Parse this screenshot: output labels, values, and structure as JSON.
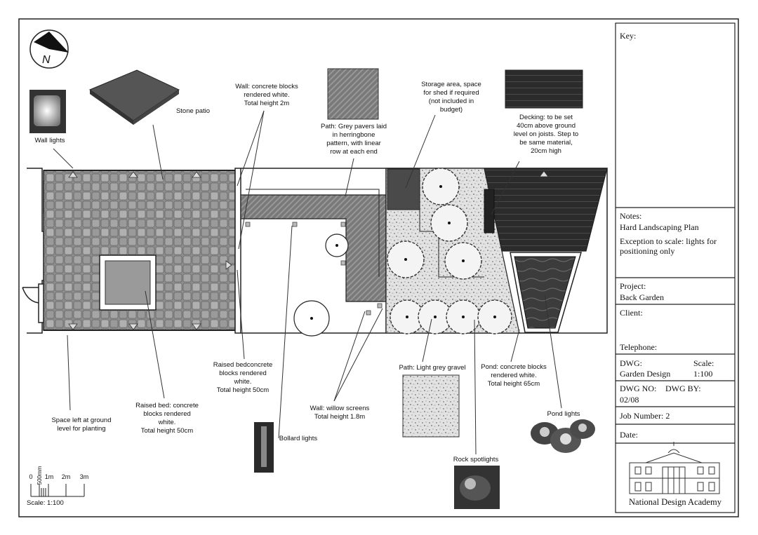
{
  "north_label": "N",
  "labels": {
    "wall_lights": "Wall lights",
    "stone_patio": "Stone patio",
    "wall_concrete": [
      "Wall: concrete blocks",
      "rendered white.",
      "Total height 2m"
    ],
    "path_pavers": [
      "Path: Grey pavers laid",
      "in herringbone",
      "pattern, with linear",
      "row at each end"
    ],
    "storage": [
      "Storage area, space",
      "for shed if required",
      "(not included in",
      "budget)"
    ],
    "decking": [
      "Decking: to be set",
      "40cm above ground",
      "level on joists. Step to",
      "be same material,",
      "20cm high"
    ],
    "raised_bed_1": [
      "Raised bedconcrete",
      "blocks rendered",
      "white.",
      "Total height 50cm"
    ],
    "space_left": [
      "Space left at ground",
      "level for planting"
    ],
    "raised_bed_2": [
      "Raised bed: concrete",
      "blocks rendered",
      "white.",
      "Total height 50cm"
    ],
    "bollard_lights": "Bollard lights",
    "wall_willow": [
      "Wall: willow screens",
      "Total height 1.8m"
    ],
    "path_gravel": "Path: Light grey gravel",
    "pond": [
      "Pond: concrete blocks",
      "rendered white.",
      "Total height 65cm"
    ],
    "pond_lights": "Pond lights",
    "rock_spotlights": "Rock spotlights"
  },
  "scale_bar": {
    "ticks": [
      "0",
      "500mm",
      "1m",
      "2m",
      "3m"
    ],
    "caption": "Scale: 1:100"
  },
  "title_block": {
    "key_label": "Key:",
    "notes_label": "Notes:",
    "notes_title": "Hard Landscaping Plan",
    "notes_body": [
      "Exception to scale: lights for",
      "positioning only"
    ],
    "project_label": "Project:",
    "project_value": "Back Garden",
    "client_label": "Client:",
    "telephone_label": "Telephone:",
    "dwg_label": "DWG:",
    "dwg_value": "Garden Design",
    "scale_label": "Scale:",
    "scale_value": "1:100",
    "dwg_no_label": "DWG NO:",
    "dwg_no_value": "02/08",
    "dwg_by_label": "DWG BY:",
    "job_number": "Job Number: 2",
    "date_label": "Date:",
    "academy_name": "National Design Academy"
  },
  "colors": {
    "line": "#1a1a1a",
    "patio": "#8a8a8a",
    "decking": "#2e2e2e",
    "pond": "#3a3a3a",
    "storage": "#4a4a4a",
    "gravel": "#d8d8d8",
    "pavers": "#6e6e6e"
  }
}
